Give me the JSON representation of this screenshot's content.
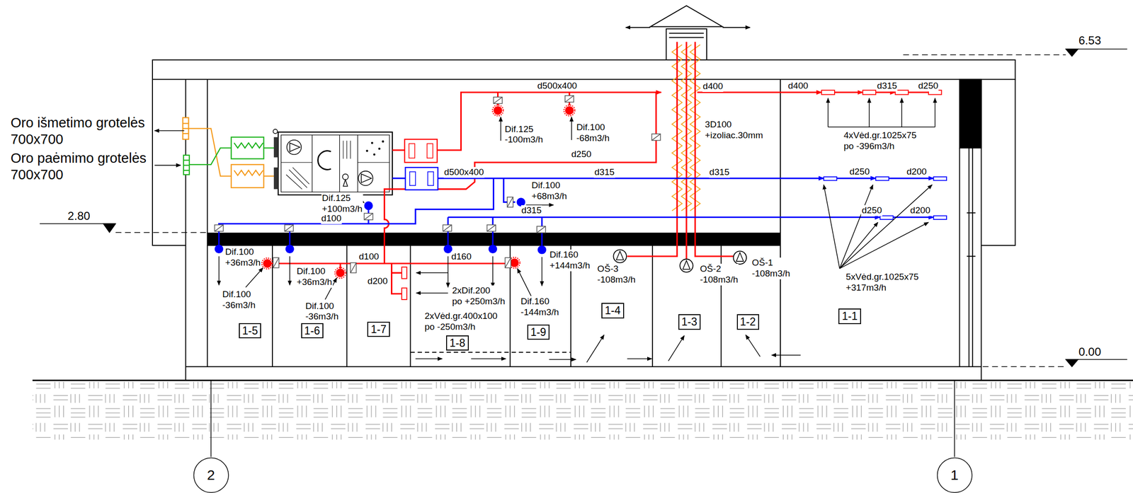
{
  "diagram": {
    "nodes": [
      {
        "text": [
          "1-5"
        ]
      },
      {
        "text": [
          "1-6"
        ]
      },
      {
        "text": [
          "1-7"
        ]
      },
      {
        "text": [
          "1-8"
        ]
      },
      {
        "text": [
          "1-9"
        ]
      },
      {
        "text": [
          "1-4"
        ]
      },
      {
        "text": [
          "1-3"
        ]
      },
      {
        "text": [
          "1-2"
        ]
      },
      {
        "text": [
          "1-1"
        ]
      },
      {
        "text": [
          "2"
        ]
      },
      {
        "text": [
          "1"
        ]
      }
    ],
    "labels": [
      "Oro išmetimo grotelės 700x700",
      "Oro paėmimo grotelės 700x700",
      "2.80",
      "6.53",
      "0.00",
      "d500x400",
      "Dif.125 -100m3/h",
      "Dif.100 -68m3/h",
      "d250",
      "3D100 +izoliac.30mm",
      "d400",
      "d400",
      "d315",
      "d250",
      "4xVėd.gr.1025x75 po -396m3/h",
      "d500x400",
      "Dif.100 +68m3/h",
      "d315",
      "d315",
      "d250",
      "d200",
      "d250",
      "d200",
      "Dif.125 +100m3/h",
      "d100",
      "d315",
      "Dif.100 +36m3/h",
      "Dif.100 +36m3/h",
      "d100",
      "d160",
      "Dif.160 +144m3/h",
      "d200",
      "Dif.100 -36m3/h",
      "Dif.100 -36m3/h",
      "2xDif.200 po +250m3/h",
      "2xVėd.gr.400x100 po -250m3/h",
      "Dif.160 -144m3/h",
      "OŠ-3 -108m3/h",
      "OŠ-2 -108m3/h",
      "OŠ-1 -108m3/h",
      "5xVėd.gr.1025x75 +317m3/h"
    ]
  }
}
